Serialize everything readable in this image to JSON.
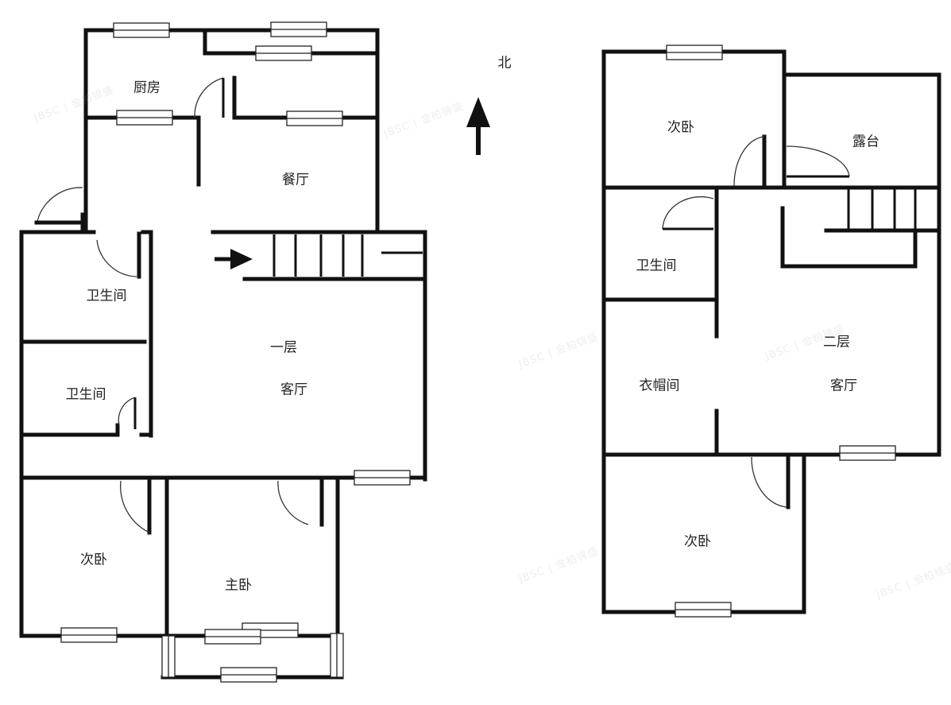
{
  "compass": {
    "label": "北",
    "icon": "north-arrow-icon"
  },
  "floor1": {
    "level_label": "一层",
    "rooms": {
      "kitchen": "厨房",
      "dining": "餐厅",
      "bath_upper": "卫生间",
      "bath_lower": "卫生间",
      "living": "客厅",
      "second_bedroom": "次卧",
      "master_bedroom": "主卧"
    }
  },
  "floor2": {
    "level_label": "二层",
    "rooms": {
      "second_bedroom_north": "次卧",
      "terrace": "露台",
      "bathroom": "卫生间",
      "cloakroom": "衣帽间",
      "living": "客厅",
      "second_bedroom_south": "次卧"
    }
  },
  "watermark": "JBSC | 金柏锦盛"
}
